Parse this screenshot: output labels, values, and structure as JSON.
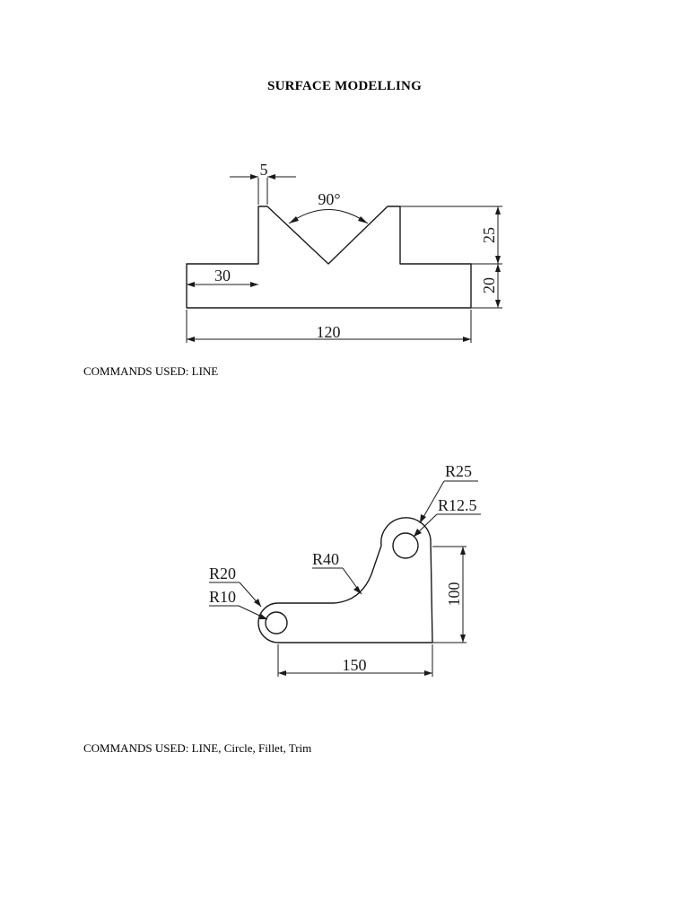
{
  "page": {
    "title": "SURFACE MODELLING"
  },
  "drawing1": {
    "dimensions": {
      "top_width": "5",
      "angle": "90°",
      "step_width": "30",
      "overall_width": "120",
      "upper_height": "25",
      "lower_height": "20"
    },
    "caption": "COMMANDS USED: LINE"
  },
  "drawing2": {
    "dimensions": {
      "outer_boss_radius": "R25",
      "boss_hole_radius": "R12.5",
      "bend_radius": "R40",
      "end_radius": "R20",
      "end_hole_radius": "R10",
      "height": "100",
      "length": "150"
    },
    "caption": "COMMANDS USED: LINE, Circle, Fillet, Trim"
  }
}
